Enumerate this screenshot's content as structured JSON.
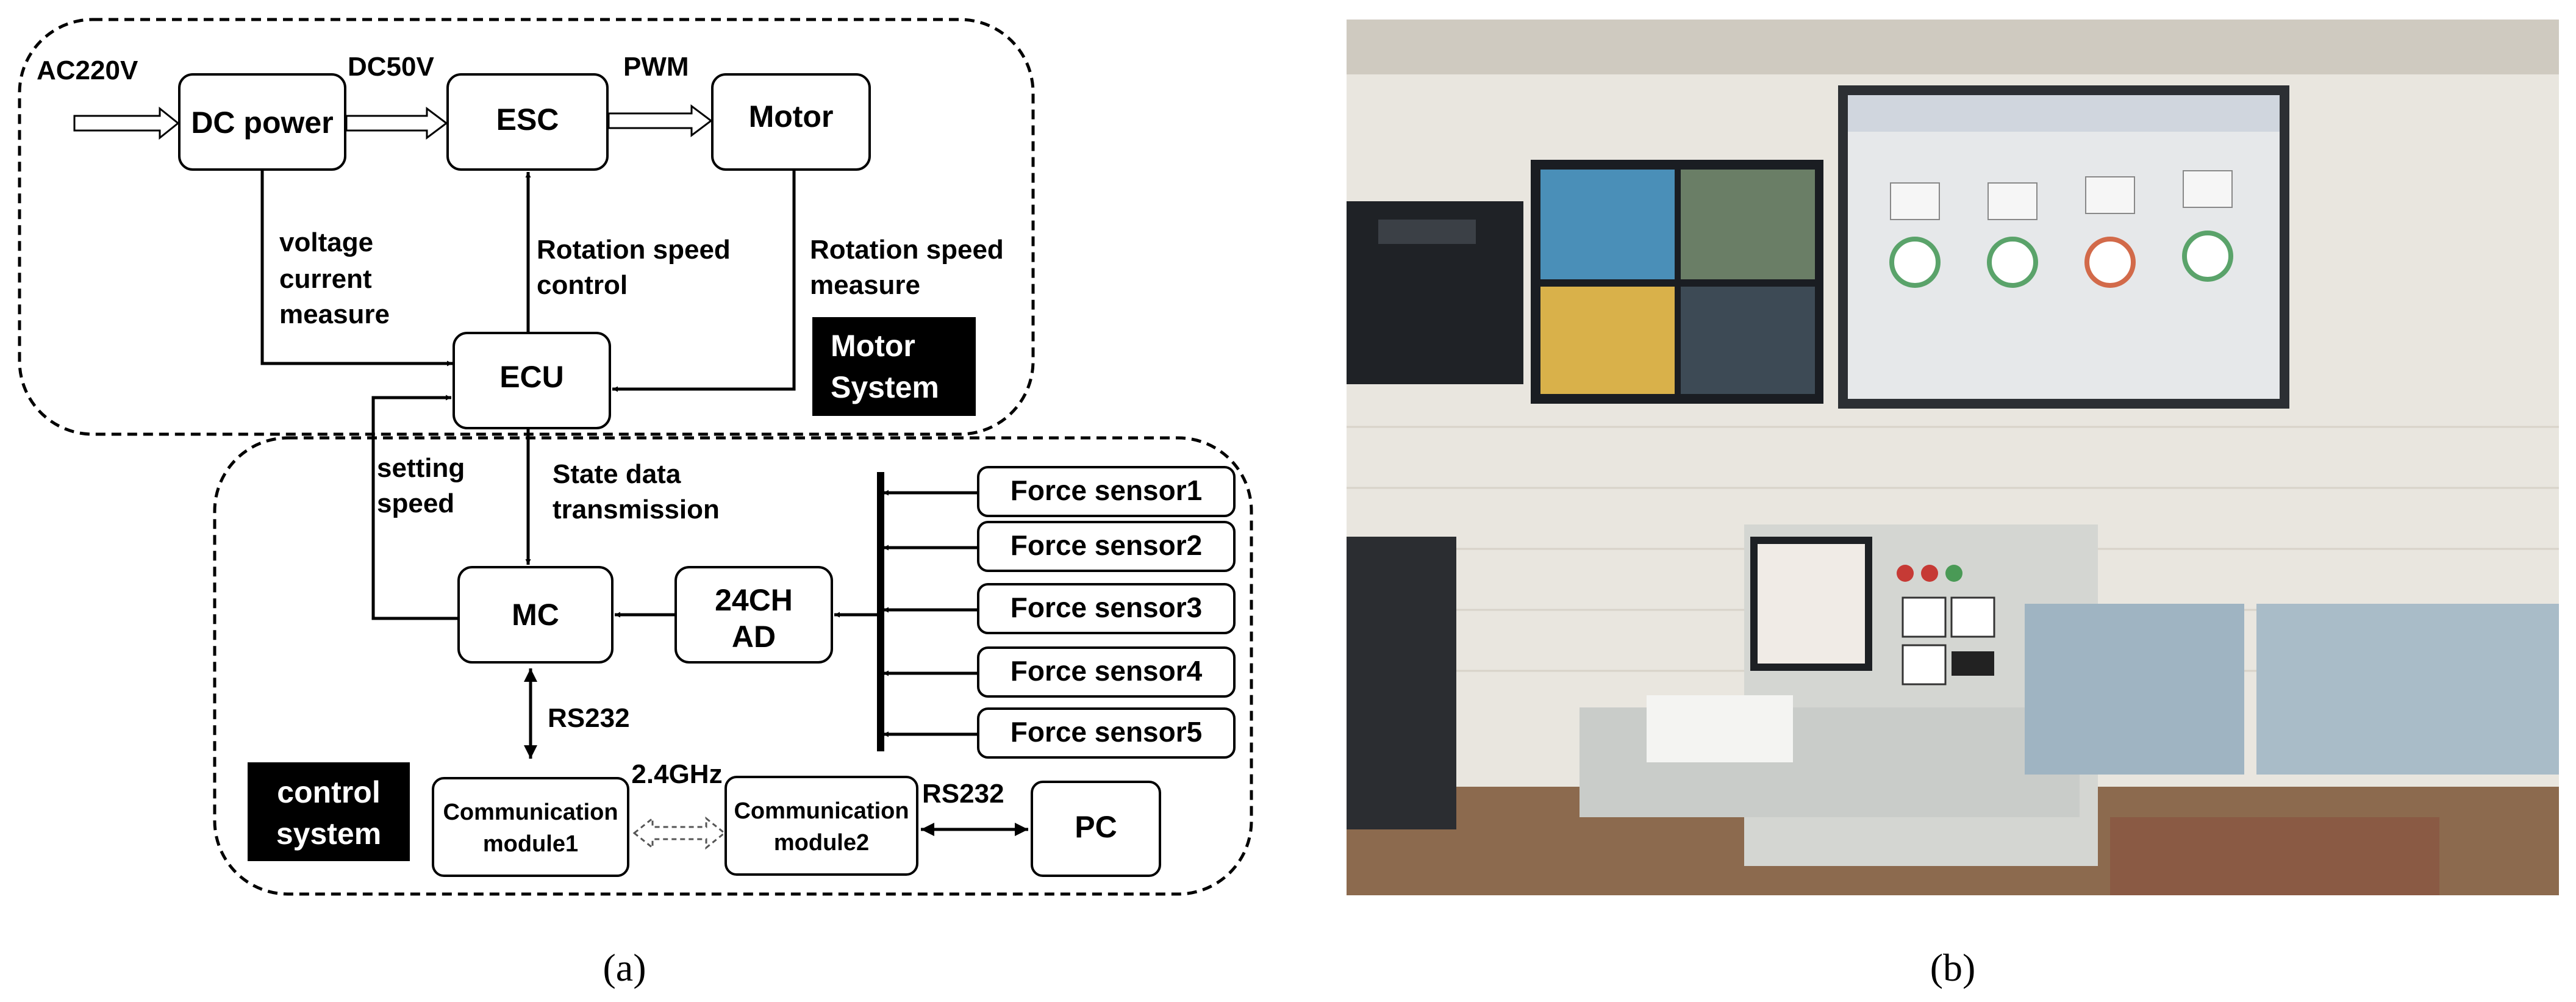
{
  "panel_a": {
    "caption": "(a)",
    "motor_system": {
      "title_line1": "Motor",
      "title_line2": "System",
      "input_ac": "AC220V",
      "dc_power": "DC power",
      "dc50v": "DC50V",
      "esc": "ESC",
      "pwm": "PWM",
      "motor": "Motor",
      "ecu": "ECU",
      "voltage_lines": [
        "voltage",
        "current",
        "measure"
      ],
      "speed_control_lines": [
        "Rotation speed",
        "control"
      ],
      "speed_measure_lines": [
        "Rotation speed",
        "measure"
      ]
    },
    "control_system": {
      "title_line1": "control",
      "title_line2": "system",
      "setting_speed_lines": [
        "setting",
        "speed"
      ],
      "state_data_lines": [
        "State data",
        "transmission"
      ],
      "mc": "MC",
      "ad_line1": "24CH",
      "ad_line2": "AD",
      "sensors": [
        "Force sensor1",
        "Force sensor2",
        "Force sensor3",
        "Force sensor4",
        "Force sensor5"
      ],
      "rs232_vertical": "RS232",
      "freq": "2.4GHz",
      "comm1_lines": [
        "Communication",
        "module1"
      ],
      "comm2_lines": [
        "Communication",
        "module2"
      ],
      "rs232_pc": "RS232",
      "pc": "PC"
    }
  },
  "panel_b": {
    "caption": "(b)"
  },
  "colors": {
    "line": "#000000",
    "label_bg": "#000000",
    "label_fg": "#ffffff",
    "wall": "#e9e6df",
    "console": "#d4d6d2",
    "screen": "#e6e8ea"
  }
}
